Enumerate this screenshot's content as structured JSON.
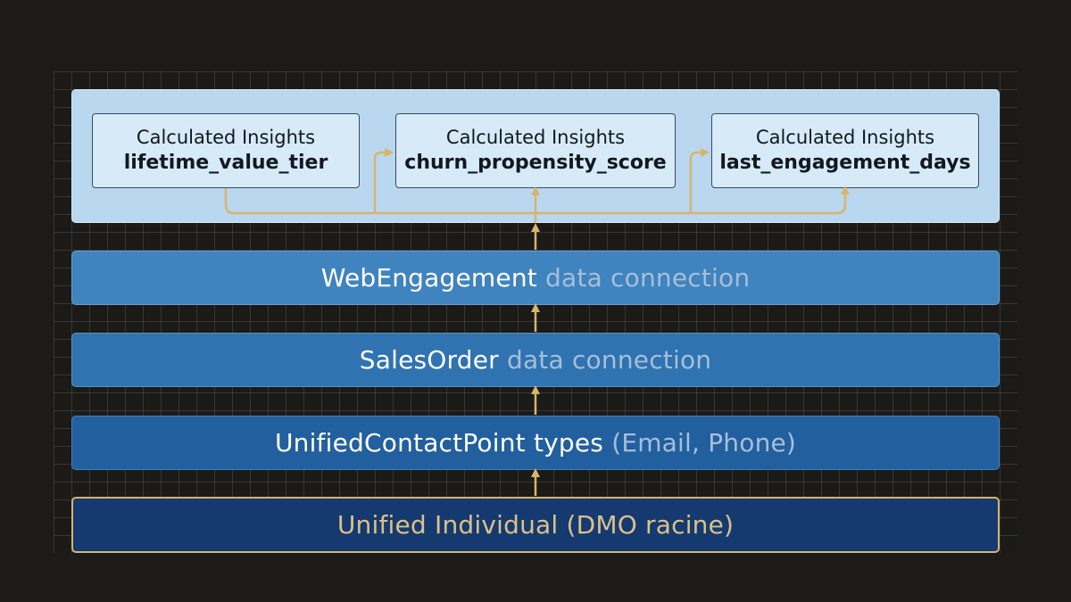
{
  "insights": [
    {
      "category": "Calculated Insights",
      "name": "lifetime_value_tier"
    },
    {
      "category": "Calculated Insights",
      "name": "churn_propensity_score"
    },
    {
      "category": "Calculated Insights",
      "name": "last_engagement_days"
    }
  ],
  "layers": {
    "web": {
      "name": "WebEngagement",
      "suffix": " data connection"
    },
    "sales": {
      "name": "SalesOrder",
      "suffix": " data connection"
    },
    "unified_cp": {
      "name": "UnifiedContactPoint types",
      "suffix": " (Email, Phone)"
    },
    "root": {
      "label": "Unified Individual (DMO racine)"
    }
  },
  "colors": {
    "arrow": "#d8b46e",
    "insights_layer": "#b9d8ef",
    "root_layer": "#143a70",
    "root_border": "#d8b46e"
  }
}
